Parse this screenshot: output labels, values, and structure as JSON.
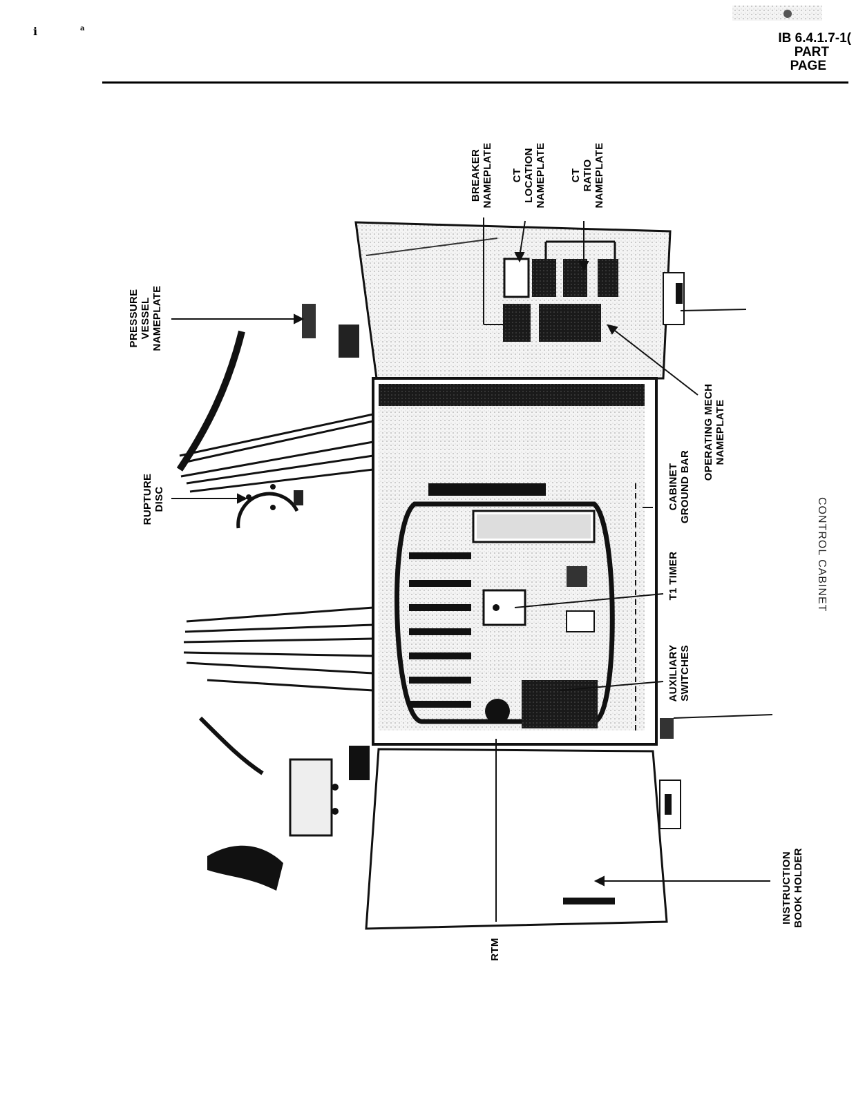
{
  "header": {
    "doc_number": "IB 6.4.1.7-1(",
    "part_label": "PART",
    "page_label": "PAGE"
  },
  "stray_marks": {
    "left": "i",
    "right": "a"
  },
  "labels": {
    "pressure_vessel": [
      "PRESSURE",
      "VESSEL",
      "NAMEPLATE"
    ],
    "rupture_disc": [
      "RUPTURE",
      "DISC"
    ],
    "rtm": [
      "RTM"
    ],
    "breaker": [
      "BREAKER",
      "NAMEPLATE"
    ],
    "ct_location": [
      "CT",
      "LOCATION",
      "NAMEPLATE"
    ],
    "ct_ratio": [
      "CT",
      "RATIO",
      "NAMEPLATE"
    ],
    "operating_mech": [
      "OPERATING MECH",
      "NAMEPLATE"
    ],
    "cabinet_ground": [
      "CABINET",
      "GROUND BAR"
    ],
    "t1_timer": [
      "T1 TIMER"
    ],
    "aux_switches": [
      "AUXILIARY",
      "SWITCHES"
    ],
    "instruction_book": [
      "INSTRUCTION",
      "BOOK HOLDER"
    ]
  },
  "caption": "CONTROL CABINET"
}
